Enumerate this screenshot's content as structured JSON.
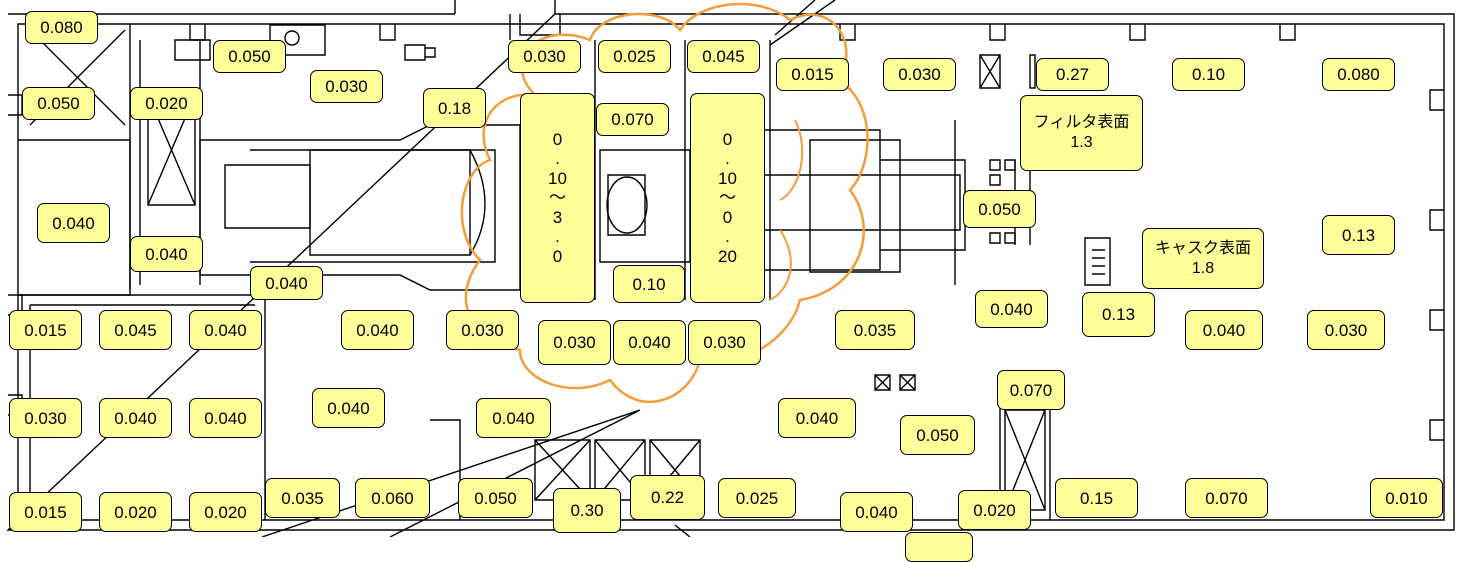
{
  "top": {
    "r1": "0.080",
    "r2": "0.050",
    "r3": "0.030",
    "r4": "0.030",
    "r5": "0.025",
    "r6": "0.045",
    "r7": "0.015",
    "r8": "0.030",
    "r9": "0.27",
    "r10": "0.10",
    "r11": "0.080",
    "r12": "0.050",
    "r13": "0.020",
    "r14": "0.18",
    "r15": "0.070"
  },
  "mid": {
    "left1": "0.040",
    "left2": "0.040",
    "left3": "0.040",
    "c1": "0.10",
    "right1": "0.050",
    "right2": "0.13",
    "right3": "0.040",
    "right4": "0.13"
  },
  "filter": {
    "line1": "フィルタ表面",
    "line2": "1.3"
  },
  "cask": {
    "line1": "キャスク表面",
    "line2": "1.8"
  },
  "vertical": {
    "left": [
      "0",
      ".",
      "10",
      "〜",
      "3",
      ".",
      "0"
    ],
    "right": [
      "0",
      ".",
      "10",
      "〜",
      "0",
      ".",
      "20"
    ]
  },
  "row1": {
    "a": "0.015",
    "b": "0.045",
    "c": "0.040",
    "d": "0.040",
    "e": "0.030",
    "f": "0.030",
    "g": "0.040",
    "h": "0.030",
    "i": "0.035",
    "j": "0.040",
    "k": "0.030"
  },
  "row2": {
    "a": "0.030",
    "b": "0.040",
    "c": "0.040",
    "d": "0.040",
    "e": "0.040",
    "f": "0.040",
    "g": "0.050",
    "h": "0.070"
  },
  "row3": {
    "a": "0.015",
    "b": "0.020",
    "c": "0.020",
    "d": "0.035",
    "e": "0.060",
    "f": "0.050",
    "g": "0.30",
    "h": "0.22",
    "i": "0.025",
    "j": "0.040",
    "k": "0.020",
    "l": "0.15",
    "m": "0.070",
    "n": "0.010"
  },
  "colors": {
    "label_fill": "#ffff99",
    "cloud": "#f39c3b",
    "wall": "#000000"
  }
}
